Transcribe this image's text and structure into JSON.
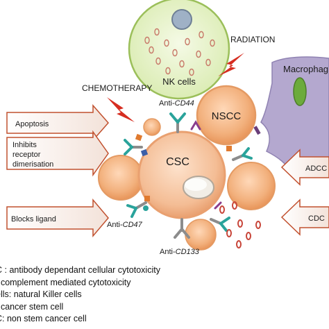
{
  "labels": {
    "nk_cells": "NK cells",
    "radiation": "RADIATION",
    "chemotherapy": "CHEMOTHERAPY",
    "macrophage": "Macrophag",
    "nscc": "NSCC",
    "csc": "CSC",
    "anti_cd44_prefix": "Anti-",
    "anti_cd44_gene": "CD44",
    "anti_cd47_prefix": "Anti-",
    "anti_cd47_gene": "CD47",
    "anti_cd133_prefix": "Anti-",
    "anti_cd133_gene": "CD133"
  },
  "left_boxes": {
    "apoptosis": "Apoptosis",
    "inhibits_line1": "Inhibits",
    "inhibits_line2": "receptor",
    "inhibits_line3": "dimerisation",
    "blocks_ligand": "Blocks ligand"
  },
  "right_boxes": {
    "adcc": "ADCC",
    "cdc": "CDC"
  },
  "legend": [
    "C : antibody dependant cellular cytotoxicity",
    ": complement mediated cytotoxicity",
    "ells: natural Killer cells",
    ": cancer stem cell",
    "C: non stem cancer cell"
  ],
  "colors": {
    "cell_fill": "#f2b07c",
    "cell_stroke": "#e49a63",
    "nk_fill": "#e6f2c8",
    "macrophage_fill": "#b4a8cf",
    "bolt": "#d62d20",
    "box_stroke": "#c1502e",
    "antibody_teal": "#2aa39b",
    "antibody_grey": "#8c8c8c",
    "antibody_purple": "#8a3d8c",
    "antibody_orange": "#e07a2f",
    "drop_red": "#c8463a"
  }
}
